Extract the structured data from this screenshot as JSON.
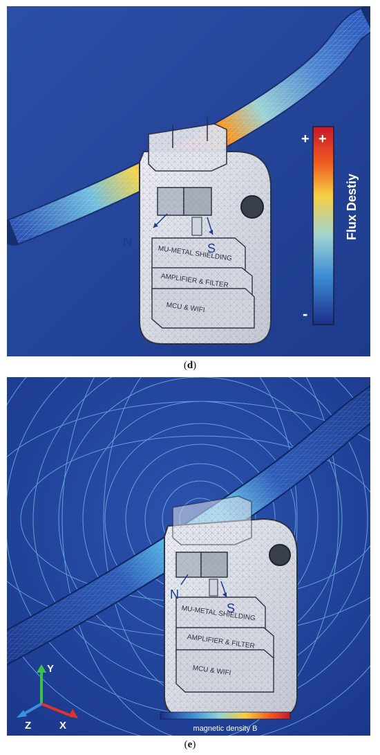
{
  "panel_d": {
    "caption_letter": "d",
    "labels": {
      "north": "N",
      "south": "S",
      "layer1": "MU-METAL SHIELDING",
      "layer2": "AMPLIFIER & FILTER",
      "layer3": "MCU & WIFI"
    },
    "colorbar": {
      "title": "Flux Destiy",
      "plus_outer": "+",
      "plus_inner": "+",
      "minus": "-"
    },
    "colors": {
      "background": "#23418f",
      "hot": "#e8301a",
      "cold": "#2a4fb0"
    }
  },
  "panel_e": {
    "caption_letter": "e",
    "labels": {
      "north": "N",
      "south": "S",
      "layer1": "MU-METAL SHIELDING",
      "layer2": "AMPLIFIER & FILTER",
      "layer3": "MCU & WIFI"
    },
    "axes": {
      "y": "Y",
      "z": "Z",
      "x": "X"
    },
    "colorbar": {
      "title": "magnetic density B"
    },
    "colors": {
      "background": "#1f3f98",
      "field_lines": "#7fc6ee"
    }
  }
}
